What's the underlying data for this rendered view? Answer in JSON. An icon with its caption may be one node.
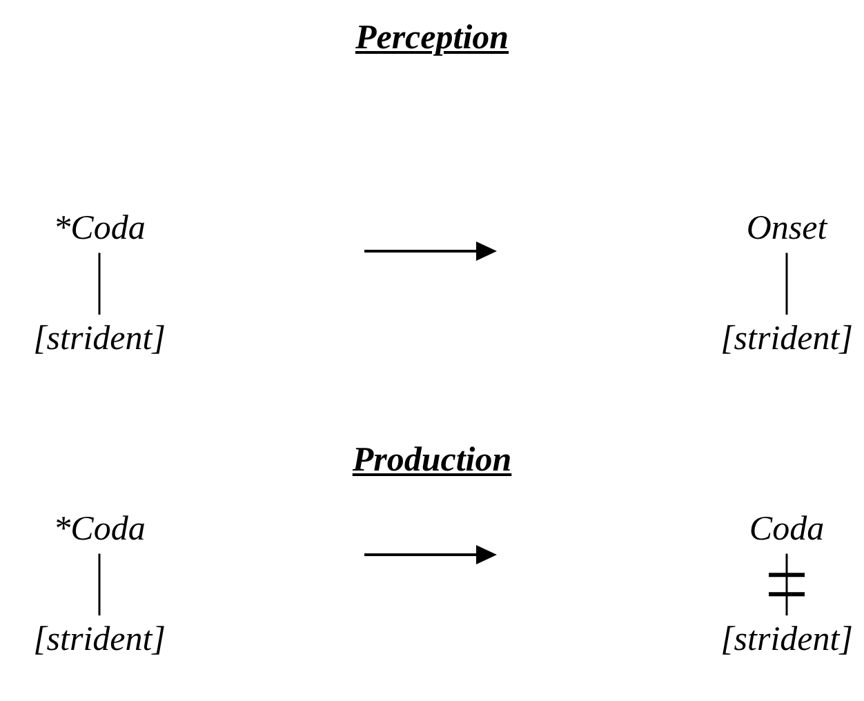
{
  "diagram": {
    "nodes": [
      {
        "text": [
          "*Coda"
        ]
      },
      {
        "text": [
          "[strident]"
        ]
      },
      {
        "text": [
          "Onset"
        ]
      },
      {
        "text": [
          "[strident]"
        ]
      },
      {
        "text": [
          "*Coda"
        ]
      },
      {
        "text": [
          "[strident]"
        ]
      },
      {
        "text": [
          "Coda"
        ]
      },
      {
        "text": [
          "[strident]"
        ]
      }
    ],
    "edges": [
      {
        "from": 0,
        "to": 1,
        "arrow": "none"
      },
      {
        "from": 2,
        "to": 3,
        "arrow": "none"
      },
      {
        "from": 4,
        "to": 5,
        "arrow": "none"
      },
      {
        "from": 6,
        "to": 7,
        "arrow": "none"
      }
    ],
    "labels": [
      "Perception",
      "Production"
    ]
  }
}
